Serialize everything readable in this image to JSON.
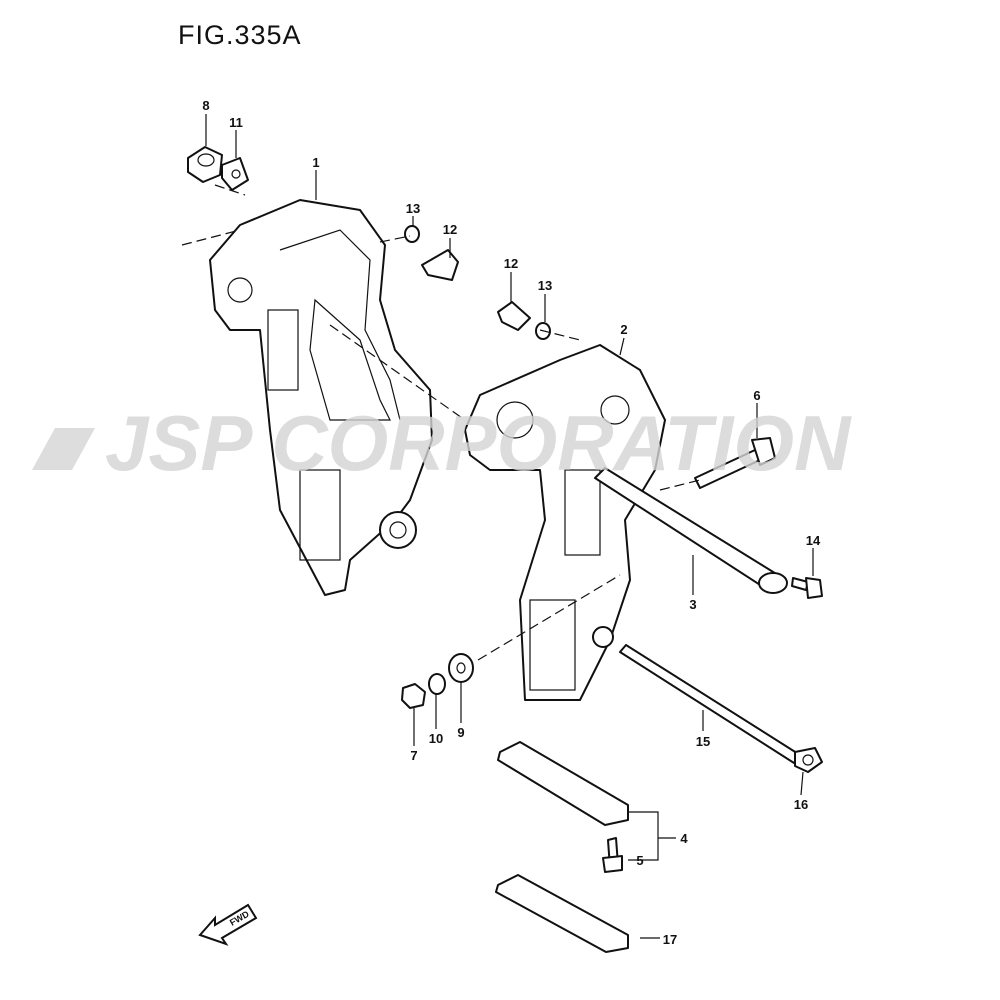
{
  "figure": {
    "title": "FIG.335A"
  },
  "watermark": "JSP CORPORATION",
  "direction_marker": "FWD",
  "callouts": [
    "8",
    "11",
    "1",
    "13",
    "12",
    "12",
    "13",
    "2",
    "6",
    "14",
    "3",
    "15",
    "16",
    "7",
    "10",
    "9",
    "4",
    "5",
    "17"
  ]
}
